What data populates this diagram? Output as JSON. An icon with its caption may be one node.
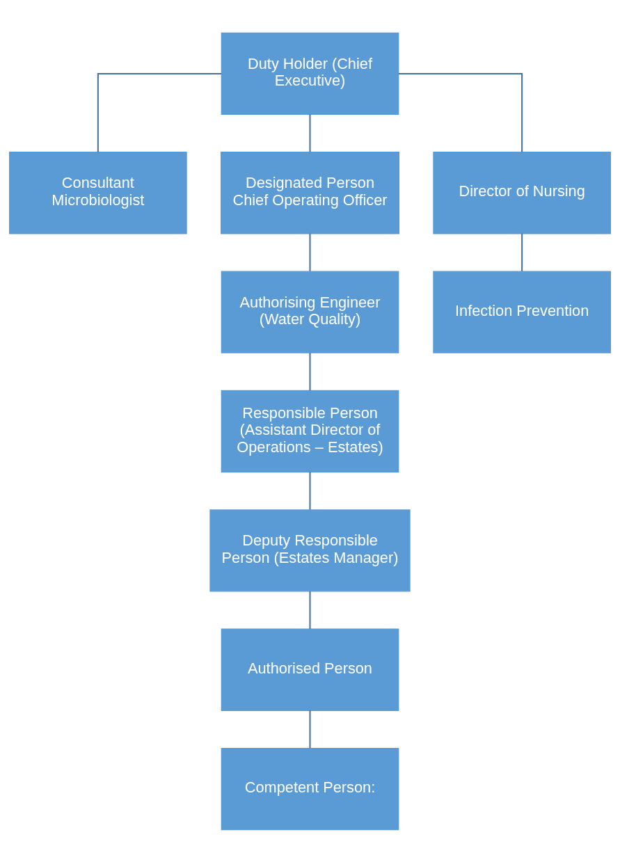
{
  "diagram": {
    "nodes": [
      {
        "text": [
          "Duty Holder (Chief Executive)"
        ]
      },
      {
        "text": [
          "Consultant Microbiologist"
        ]
      },
      {
        "text": [
          "Designated Person",
          "Chief Operating Officer"
        ]
      },
      {
        "text": [
          "Director of Nursing"
        ]
      },
      {
        "text": [
          "Authorising Engineer",
          "(Water Quality)"
        ]
      },
      {
        "text": [
          "Infection Prevention"
        ]
      },
      {
        "text": [
          "Responsible Person",
          "(Assistant Director of Operations – Estates)"
        ]
      },
      {
        "text": [
          "Deputy Responsible Person (Estates Manager)"
        ]
      },
      {
        "text": [
          "Authorised Person"
        ]
      },
      {
        "text": [
          "Competent Person:"
        ]
      }
    ],
    "edges": [
      {
        "from": 0,
        "to": 1,
        "arrow": "none"
      },
      {
        "from": 0,
        "to": 2,
        "arrow": "none"
      },
      {
        "from": 0,
        "to": 3,
        "arrow": "none"
      },
      {
        "from": 2,
        "to": 4,
        "arrow": "none"
      },
      {
        "from": 3,
        "to": 5,
        "arrow": "none"
      },
      {
        "from": 4,
        "to": 6,
        "arrow": "none"
      },
      {
        "from": 6,
        "to": 7,
        "arrow": "none"
      },
      {
        "from": 7,
        "to": 8,
        "arrow": "none"
      },
      {
        "from": 8,
        "to": 9,
        "arrow": "none"
      }
    ]
  }
}
